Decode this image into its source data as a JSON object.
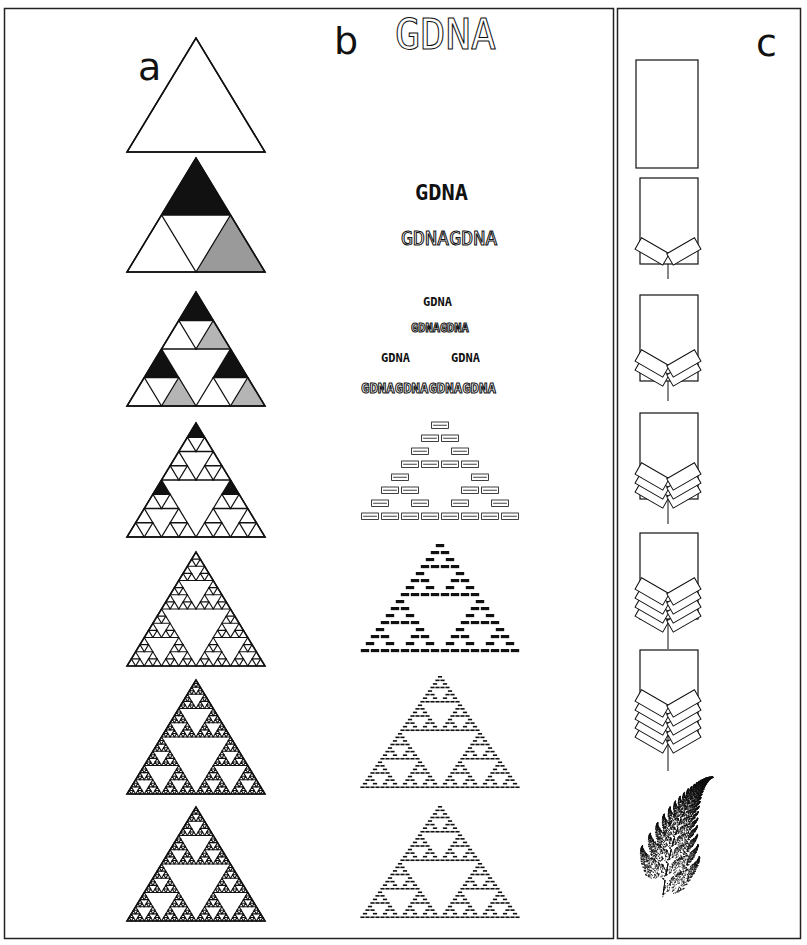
{
  "diagram": {
    "labels": [
      "a",
      "b",
      "c",
      "GDNA",
      "GDNA",
      "GDNAGDNA",
      "GDNA",
      "GDNAGDNA",
      "GDNA",
      "GDNA",
      "GDNAGDNAGDNAGDNA"
    ]
  }
}
